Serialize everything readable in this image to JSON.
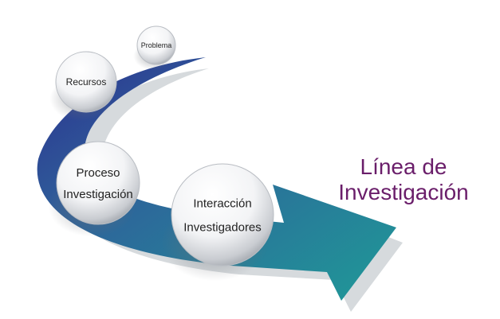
{
  "diagram": {
    "title_lines": [
      "Línea de",
      "Investigación"
    ],
    "nodes": [
      {
        "id": "problema",
        "lines": [
          "Problema"
        ]
      },
      {
        "id": "recursos",
        "lines": [
          "Recursos"
        ]
      },
      {
        "id": "proceso-investigacion",
        "lines": [
          "Proceso",
          "Investigación"
        ]
      },
      {
        "id": "interaccion-investigadores",
        "lines": [
          "Interacción",
          "Investigadores"
        ]
      }
    ],
    "colors": {
      "arrow_dark": "#2b2f8f",
      "arrow_mid": "#2f5f9a",
      "arrow_light": "#1f9a98",
      "title": "#6a1e6a",
      "shadow": "#d6dadd"
    }
  }
}
